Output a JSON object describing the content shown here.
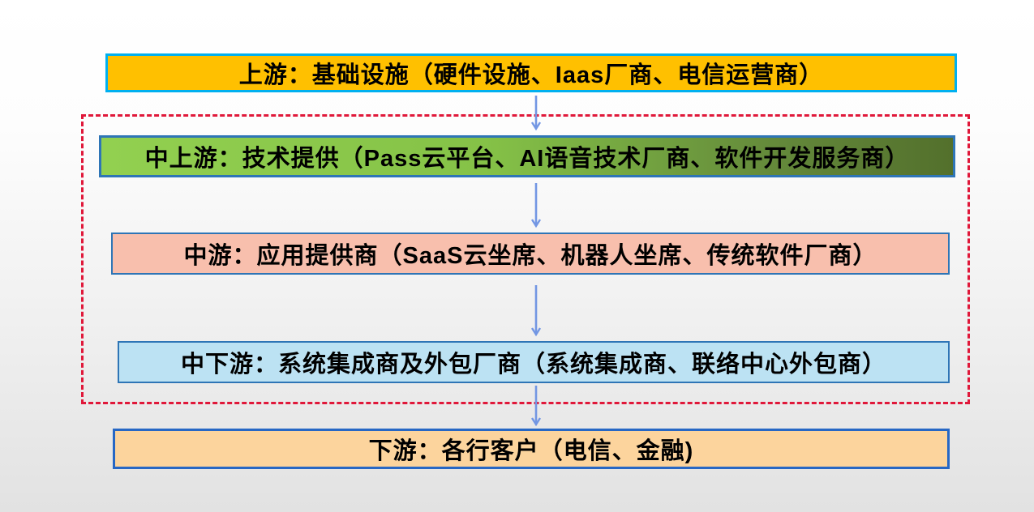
{
  "diagram": {
    "type": "flowchart-vertical",
    "description": "Call-center industry chain diagram (upstream to downstream)",
    "levels": [
      {
        "id": "upstream",
        "label": "上游：基础设施（硬件设施、Iaas厂商、电信运营商）",
        "fill": "#FFC000",
        "border": "#00B0F0"
      },
      {
        "id": "mid-upstream",
        "label": "中上游：技术提供（Pass云平台、AI语音技术厂商、软件开发服务商）",
        "fill_from": "#92D050",
        "fill_to": "#53702C",
        "border": "#2E75B6"
      },
      {
        "id": "midstream",
        "label": "中游：应用提供商（SaaS云坐席、机器人坐席、传统软件厂商）",
        "fill": "#F8BFAD",
        "border": "#2E75B6"
      },
      {
        "id": "mid-downstream",
        "label": "中下游：系统集成商及外包厂商（系统集成商、联络中心外包商）",
        "fill": "#BCE2F3",
        "border": "#2E75B6"
      },
      {
        "id": "downstream",
        "label": "下游：各行客户（电信、金融)",
        "fill": "#FCD49D",
        "border": "#2767C4"
      }
    ],
    "group": {
      "contains": [
        "mid-upstream",
        "midstream",
        "mid-downstream"
      ],
      "border_color": "#E0183A",
      "border_style": "dashed"
    },
    "arrow_color": "#7296E3",
    "text_color": "#000000"
  }
}
